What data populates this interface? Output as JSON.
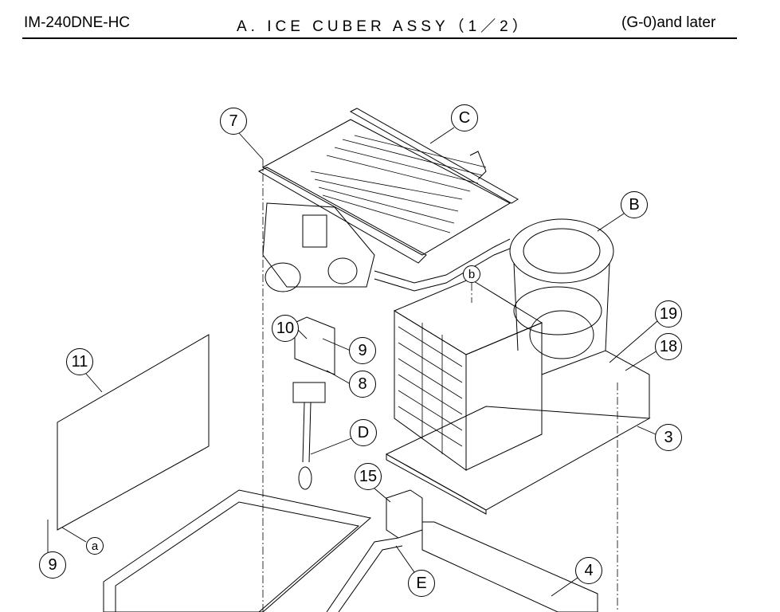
{
  "header": {
    "model": "IM-240DNE-HC",
    "title": "A. ICE CUBER ASSY（1／2）",
    "serial_range": "(G-0)and later"
  },
  "callouts": [
    "7",
    "C",
    "B",
    "b",
    "10",
    "9",
    "8",
    "19",
    "18",
    "11",
    "D",
    "3",
    "15",
    "a",
    "9",
    "E",
    "4"
  ]
}
